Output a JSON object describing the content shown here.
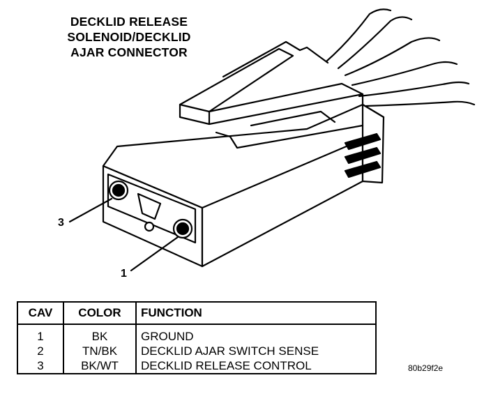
{
  "title_lines": [
    "DECKLID RELEASE",
    "SOLENOID/DECKLID",
    "AJAR CONNECTOR"
  ],
  "callouts": {
    "cavity_3": "3",
    "cavity_1": "1"
  },
  "figure_code": "80b29f2e",
  "table": {
    "headers": [
      "CAV",
      "COLOR",
      "FUNCTION"
    ],
    "rows": [
      {
        "cav": "1",
        "color": "BK",
        "function": "GROUND"
      },
      {
        "cav": "2",
        "color": "TN/BK",
        "function": "DECKLID AJAR SWITCH SENSE"
      },
      {
        "cav": "3",
        "color": "BK/WT",
        "function": "DECKLID RELEASE CONTROL"
      }
    ]
  }
}
